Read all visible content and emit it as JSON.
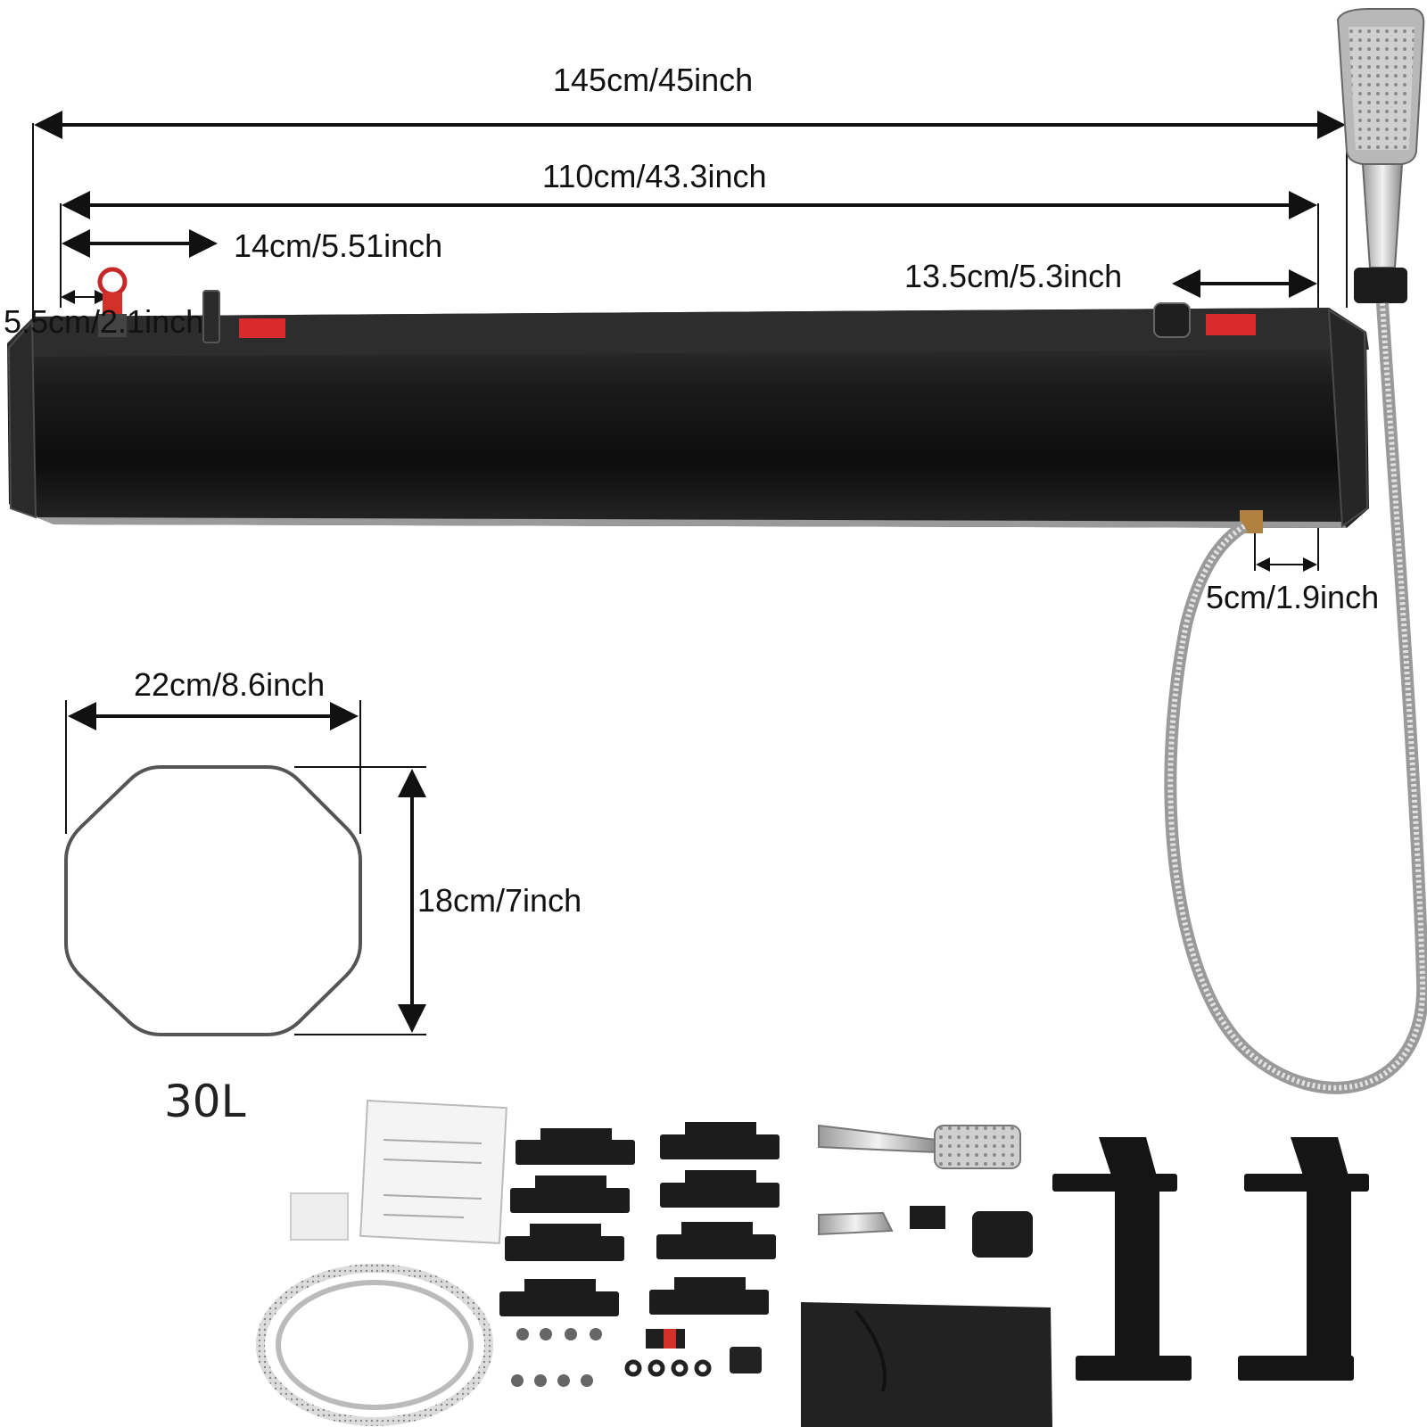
{
  "dimensions": {
    "total_length": "145cm/45inch",
    "tank_length": "110cm/43.3inch",
    "valve_offset": "14cm/5.51inch",
    "end_cap": "5.5cm/2.1inch",
    "right_offset": "13.5cm/5.3inch",
    "outlet_offset": "5cm/1.9inch",
    "width": "22cm/8.6inch",
    "height": "18cm/7inch"
  },
  "capacity": "30L",
  "colors": {
    "tank": "#141414",
    "tank_highlight": "#3a3a3a",
    "chrome": "#c9c9c9",
    "warning_label": "#d92b2b",
    "valve": "#d4302a",
    "outline": "#555555",
    "arrow": "#111111"
  },
  "icons": [
    "shower-head-icon",
    "hose-icon",
    "valve-icon",
    "bracket-icon",
    "manual-icon",
    "bag-icon"
  ]
}
